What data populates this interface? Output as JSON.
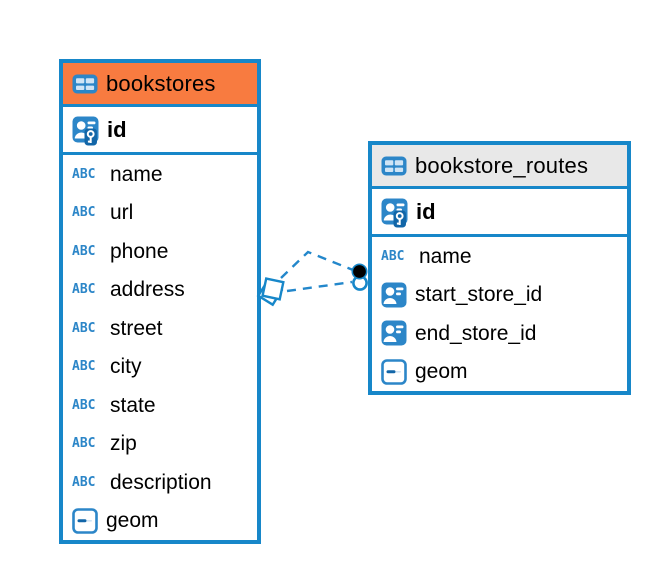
{
  "diagram": {
    "tables": [
      {
        "name": "bookstores",
        "header_style": "orange",
        "columns": [
          {
            "label": "id",
            "icon": "pk",
            "pk": true
          },
          {
            "label": "name",
            "icon": "abc"
          },
          {
            "label": "url",
            "icon": "abc"
          },
          {
            "label": "phone",
            "icon": "abc"
          },
          {
            "label": "address",
            "icon": "abc"
          },
          {
            "label": "street",
            "icon": "abc"
          },
          {
            "label": "city",
            "icon": "abc"
          },
          {
            "label": "state",
            "icon": "abc"
          },
          {
            "label": "zip",
            "icon": "abc"
          },
          {
            "label": "description",
            "icon": "abc"
          },
          {
            "label": "geom",
            "icon": "geometry"
          }
        ]
      },
      {
        "name": "bookstore_routes",
        "header_style": "gray",
        "columns": [
          {
            "label": "id",
            "icon": "pk",
            "pk": true
          },
          {
            "label": "name",
            "icon": "abc"
          },
          {
            "label": "start_store_id",
            "icon": "fk"
          },
          {
            "label": "end_store_id",
            "icon": "fk"
          },
          {
            "label": "geom",
            "icon": "geometry"
          }
        ]
      }
    ],
    "relationships": [
      {
        "from": "bookstores",
        "to": "bookstore_routes",
        "style": "dashed"
      },
      {
        "from": "bookstores",
        "to": "bookstore_routes",
        "style": "dashed"
      }
    ],
    "icons": {
      "abc_text": "ABC",
      "table": "table-grid-icon",
      "pk": "person-key-icon",
      "fk": "person-card-icon",
      "geometry": "geometry-icon"
    },
    "colors": {
      "accent_blue": "#1787c9",
      "icon_blue": "#2c86c8",
      "icon_dark_blue": "#1266a8",
      "icon_cell_light": "#cfe4f5",
      "orange_header": "#f87b40",
      "gray_header": "#e8e8e8",
      "line_blue": "#2387cb",
      "text": "#000000",
      "background": "#ffffff"
    }
  }
}
